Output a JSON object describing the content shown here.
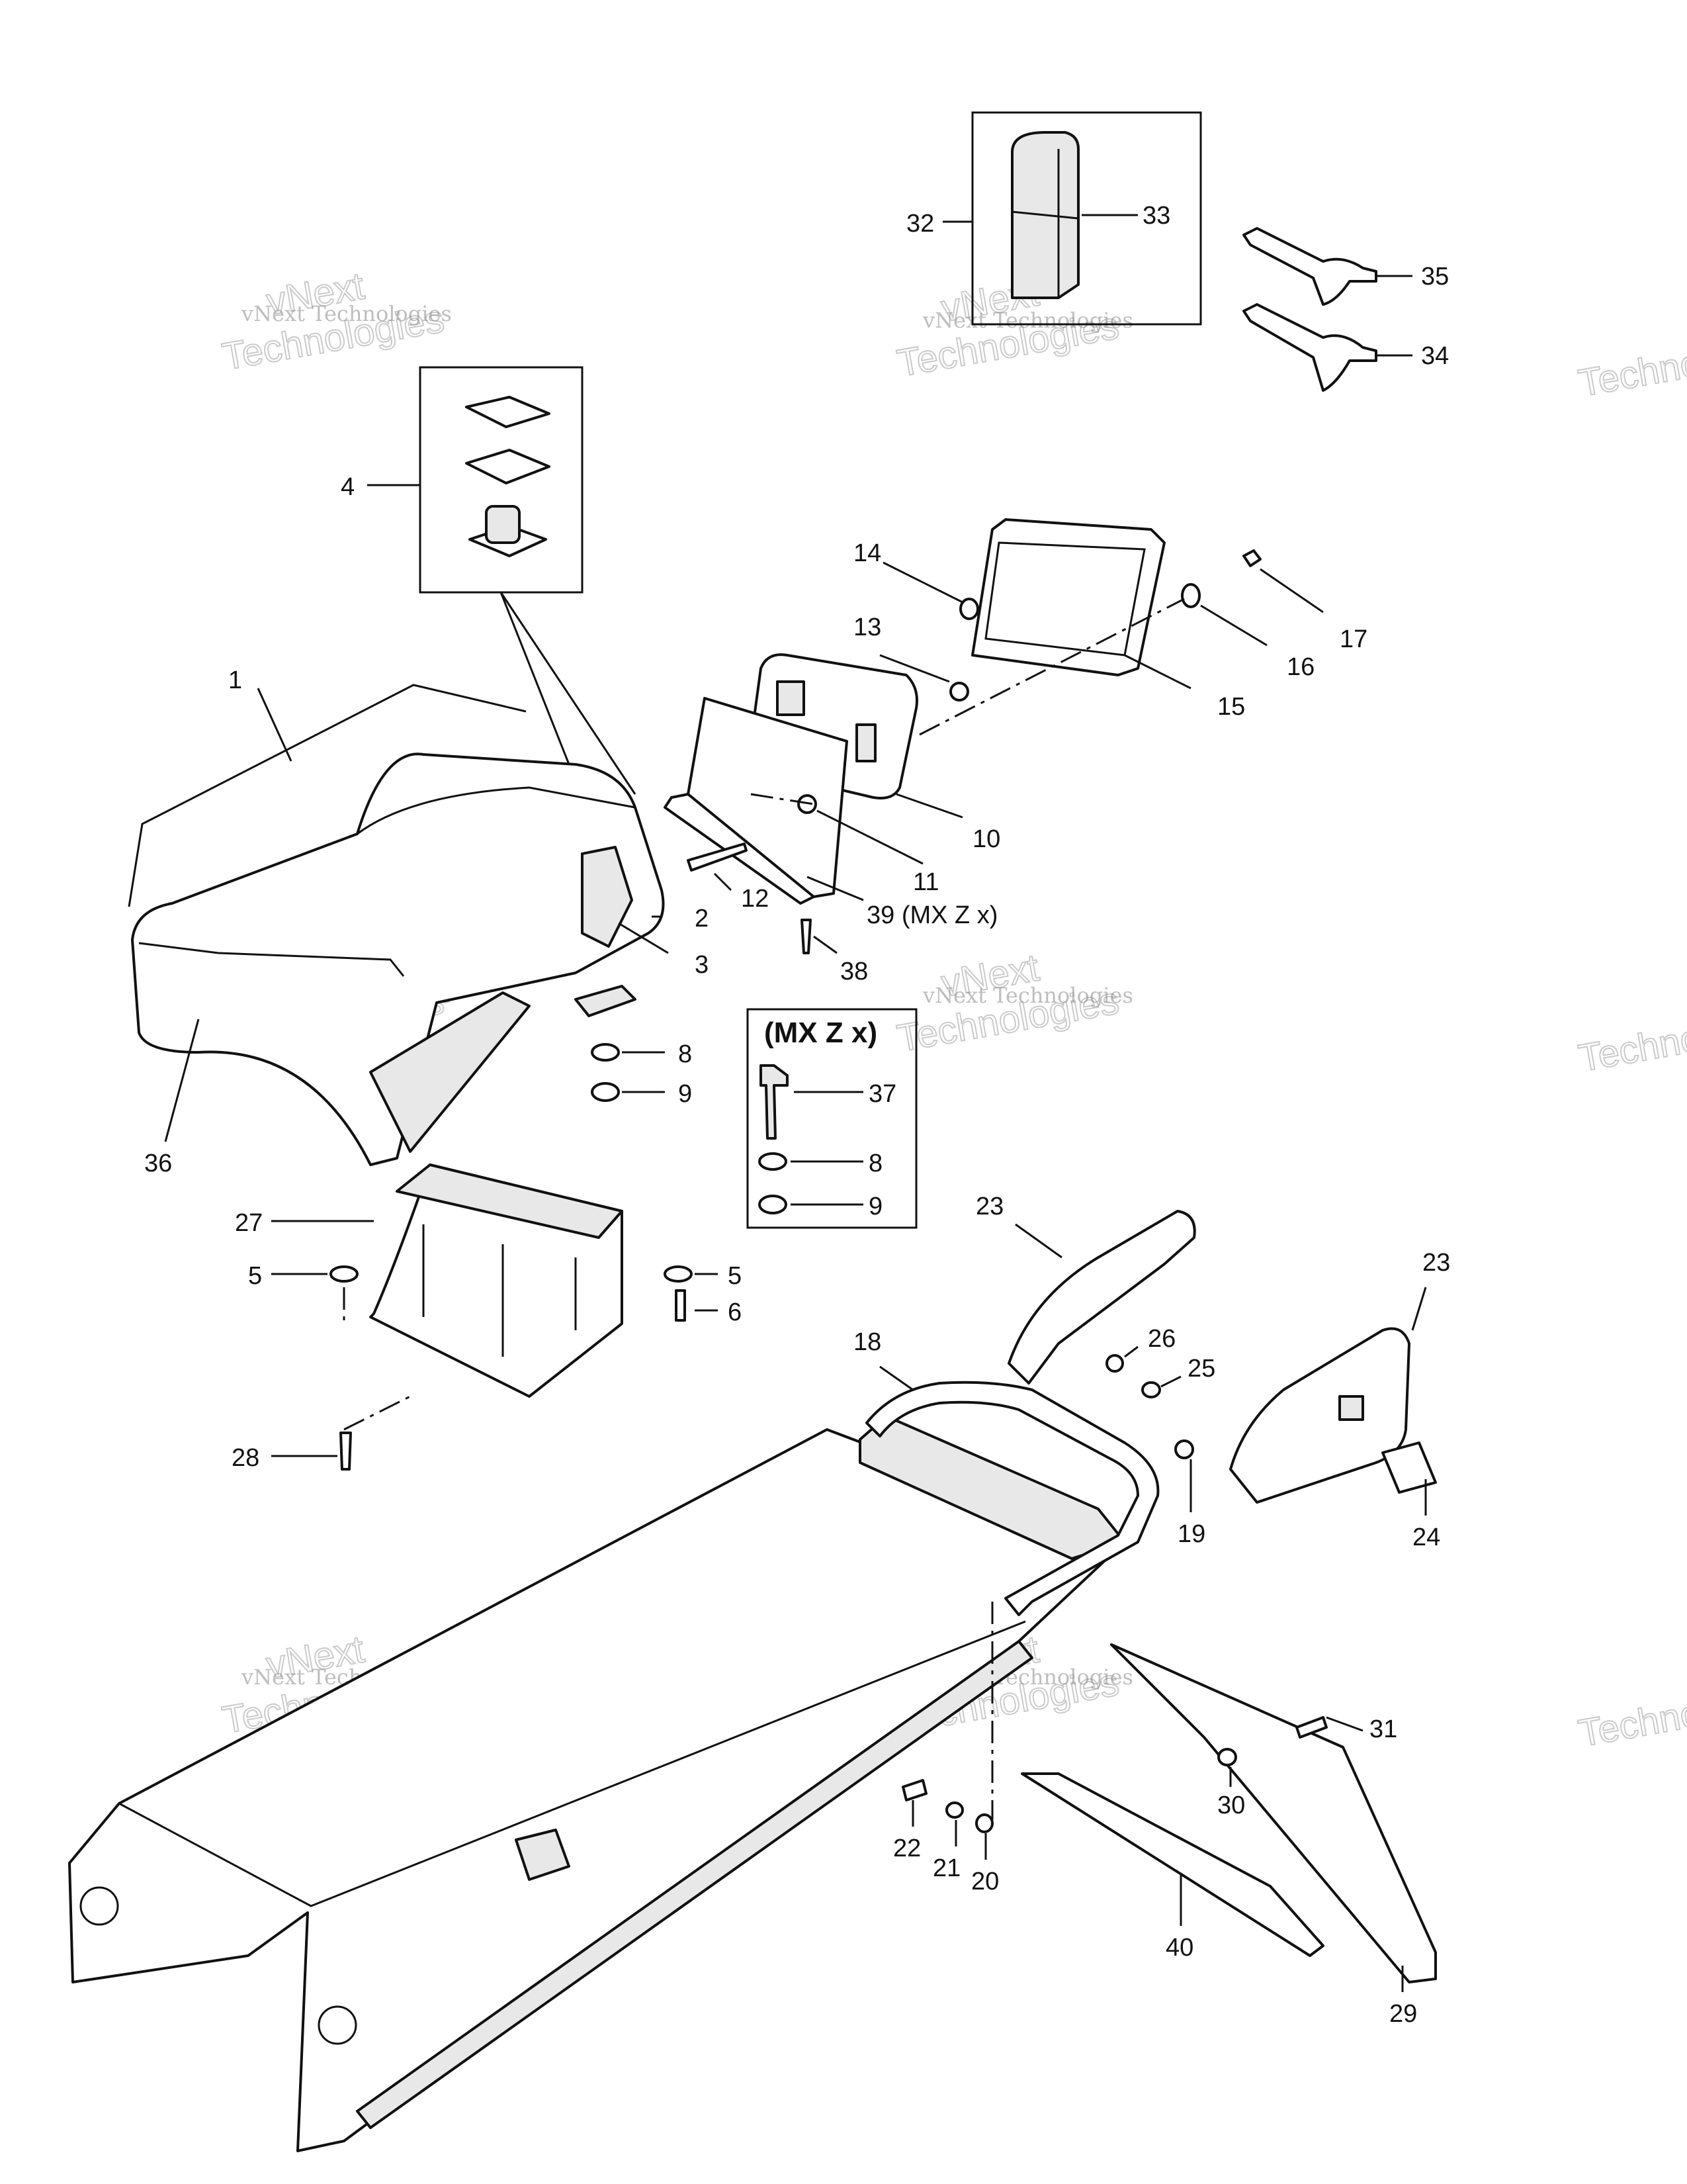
{
  "callouts": [
    {
      "label": "1"
    },
    {
      "label": "2"
    },
    {
      "label": "3"
    },
    {
      "label": "4"
    },
    {
      "label": "5"
    },
    {
      "label": "5"
    },
    {
      "label": "6"
    },
    {
      "label": "8"
    },
    {
      "label": "8"
    },
    {
      "label": "9"
    },
    {
      "label": "9"
    },
    {
      "label": "10"
    },
    {
      "label": "11"
    },
    {
      "label": "12"
    },
    {
      "label": "13"
    },
    {
      "label": "14"
    },
    {
      "label": "15"
    },
    {
      "label": "16"
    },
    {
      "label": "17"
    },
    {
      "label": "18"
    },
    {
      "label": "19"
    },
    {
      "label": "20"
    },
    {
      "label": "21"
    },
    {
      "label": "22"
    },
    {
      "label": "23"
    },
    {
      "label": "23"
    },
    {
      "label": "24"
    },
    {
      "label": "25"
    },
    {
      "label": "26"
    },
    {
      "label": "27"
    },
    {
      "label": "28"
    },
    {
      "label": "29"
    },
    {
      "label": "30"
    },
    {
      "label": "31"
    },
    {
      "label": "32"
    },
    {
      "label": "33"
    },
    {
      "label": "34"
    },
    {
      "label": "35"
    },
    {
      "label": "36"
    },
    {
      "label": "37"
    },
    {
      "label": "38"
    },
    {
      "label": "39 (MX Z x)"
    },
    {
      "label": "40"
    }
  ],
  "variant_box": {
    "title": "(MX Z x)"
  },
  "watermark": {
    "line1": "vNext Technologies",
    "line2": "Technologies",
    "line3": "vNext"
  }
}
